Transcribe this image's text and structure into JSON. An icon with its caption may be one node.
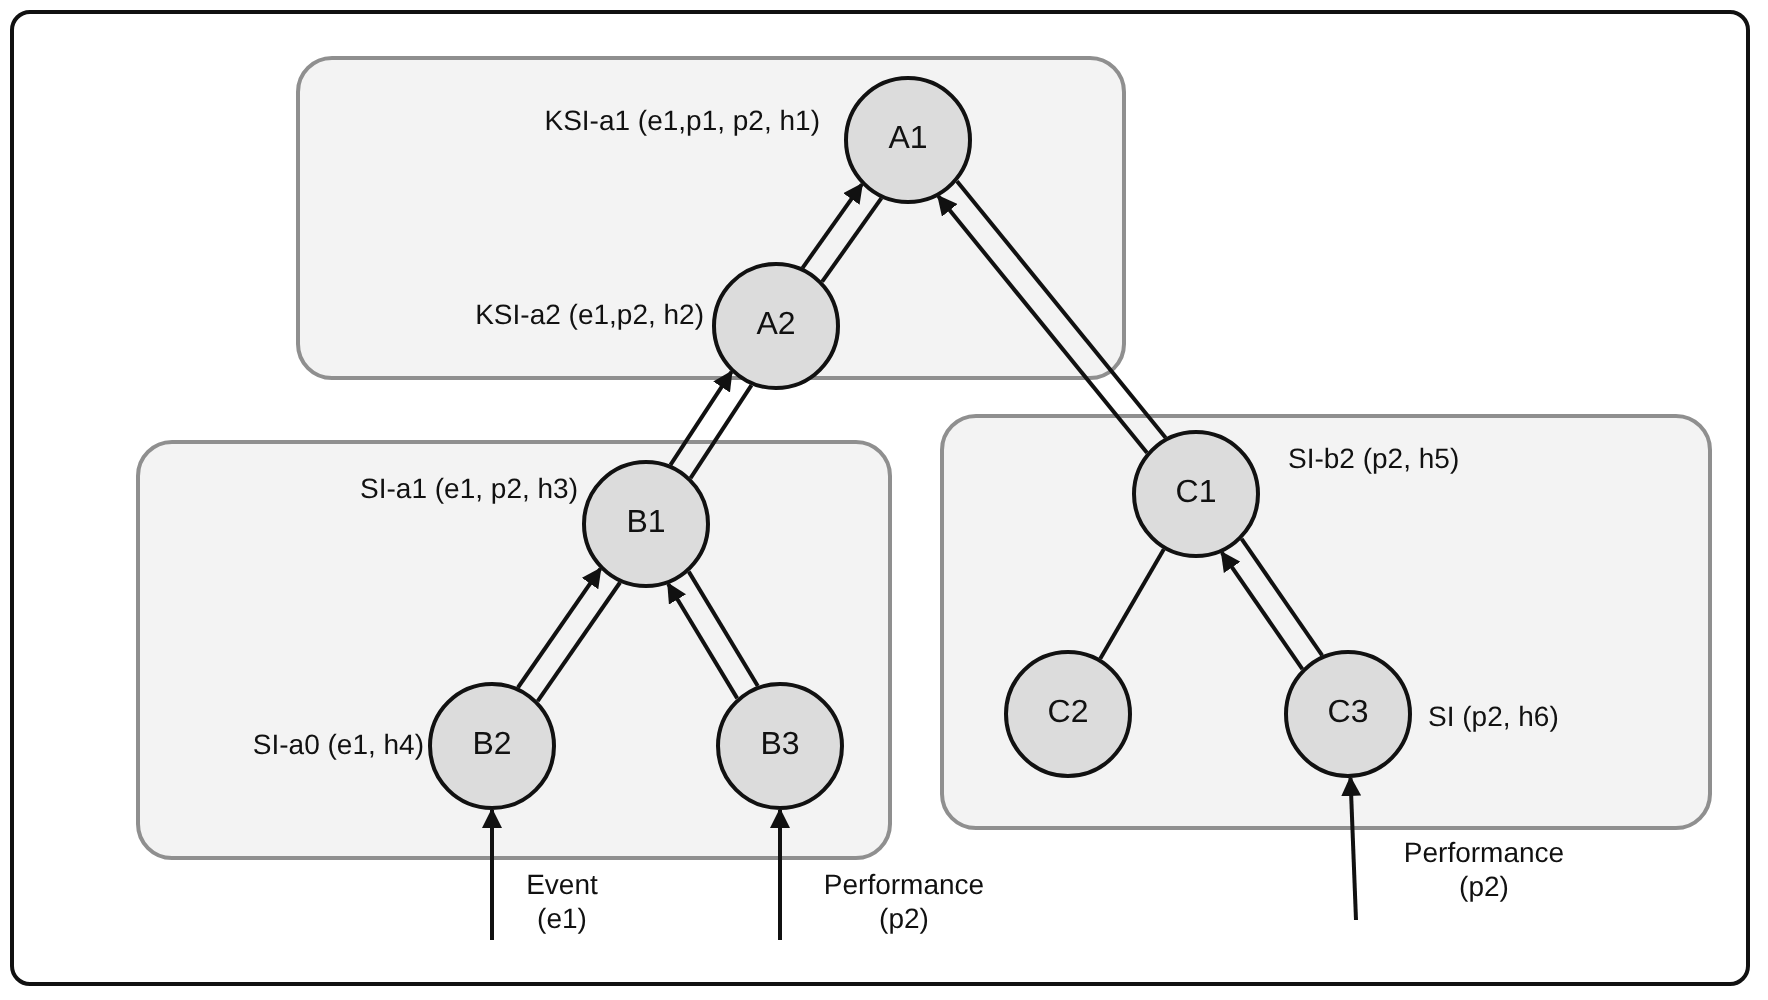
{
  "diagram": {
    "nodes": [
      {
        "text": [],
        "shape": "box"
      },
      {
        "text": [],
        "shape": "box"
      },
      {
        "text": [],
        "shape": "box"
      },
      {
        "text": [
          "A1"
        ],
        "in": 0,
        "beside": [
          "KSI-a1 (e1,p1, p2, h1)"
        ]
      },
      {
        "text": [
          "A2"
        ],
        "in": 0,
        "beside": [
          "KSI-a2 (e1,p2, h2)"
        ]
      },
      {
        "text": [
          "B1"
        ],
        "in": 1,
        "beside": [
          "SI-a1 (e1, p2, h3)"
        ]
      },
      {
        "text": [
          "B2"
        ],
        "in": 1,
        "beside": [
          "SI-a0 (e1, h4)"
        ]
      },
      {
        "text": [
          "B3"
        ],
        "in": 1
      },
      {
        "text": [
          "C1"
        ],
        "in": 2,
        "beside": [
          "SI-b2 (p2, h5)"
        ]
      },
      {
        "text": [
          "C2"
        ],
        "in": 2
      },
      {
        "text": [
          "C3"
        ],
        "in": 2,
        "beside": [
          "SI (p2, h6)"
        ]
      }
    ],
    "edges": [
      {
        "from": 4,
        "to": 3,
        "arrow": "to"
      },
      {
        "from": 4,
        "to": 3,
        "arrow": "none"
      },
      {
        "from": 5,
        "to": 4,
        "arrow": "to"
      },
      {
        "from": 5,
        "to": 4,
        "arrow": "none"
      },
      {
        "from": 6,
        "to": 5,
        "arrow": "to"
      },
      {
        "from": 6,
        "to": 5,
        "arrow": "none"
      },
      {
        "from": 7,
        "to": 5,
        "arrow": "to"
      },
      {
        "from": 7,
        "to": 5,
        "arrow": "none"
      },
      {
        "from": 8,
        "to": 3,
        "arrow": "to"
      },
      {
        "from": 8,
        "to": 3,
        "arrow": "none"
      },
      {
        "from": 9,
        "to": 8,
        "arrow": "none"
      },
      {
        "from": 10,
        "to": 8,
        "arrow": "to"
      },
      {
        "from": 10,
        "to": 8,
        "arrow": "none"
      },
      {
        "from": null,
        "to": 6,
        "arrow": "to",
        "label": "Event (e1)"
      },
      {
        "from": null,
        "to": 7,
        "arrow": "to",
        "label": "Performance (p2)"
      },
      {
        "from": null,
        "to": 10,
        "arrow": "to",
        "label": "Performance (p2)"
      }
    ]
  }
}
